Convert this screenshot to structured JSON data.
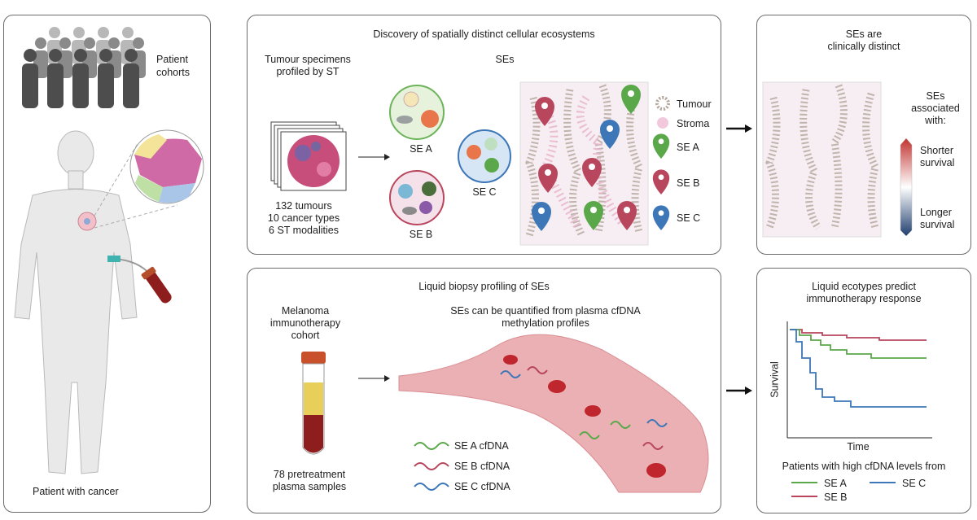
{
  "patient": {
    "cohorts_line1": "Patient",
    "cohorts_line2": "cohorts",
    "caption": "Patient with cancer"
  },
  "discovery": {
    "title": "Discovery of spatially distinct cellular ecosystems",
    "specimens_line1": "Tumour specimens",
    "specimens_line2": "profiled by ST",
    "ses_label": "SEs",
    "stats_line1": "132 tumours",
    "stats_line2": "10 cancer types",
    "stats_line3": "6 ST modalities",
    "se_a": "SE A",
    "se_b": "SE B",
    "se_c": "SE C",
    "legend": {
      "tumour": "Tumour",
      "stroma": "Stroma",
      "se_a": "SE A",
      "se_b": "SE B",
      "se_c": "SE C"
    }
  },
  "clinical": {
    "title_line1": "SEs are",
    "title_line2": "clinically distinct",
    "assoc_line1": "SEs",
    "assoc_line2": "associated",
    "assoc_line3": "with:",
    "shorter_line1": "Shorter",
    "shorter_line2": "survival",
    "longer_line1": "Longer",
    "longer_line2": "survival"
  },
  "liquid": {
    "title": "Liquid biopsy profiling of SEs",
    "cohort_line1": "Melanoma",
    "cohort_line2": "immunotherapy",
    "cohort_line3": "cohort",
    "quant_line1": "SEs can be quantified from plasma cfDNA",
    "quant_line2": "methylation profiles",
    "samples_line1": "78 pretreatment",
    "samples_line2": "plasma samples",
    "cfdna_a": "SE A cfDNA",
    "cfdna_b": "SE B cfDNA",
    "cfdna_c": "SE C cfDNA"
  },
  "ecotypes": {
    "title_line1": "Liquid ecotypes predict",
    "title_line2": "immunotherapy response",
    "ylabel": "Survival",
    "xlabel": "Time",
    "patients_caption": "Patients with high cfDNA levels from",
    "legend_a": "SE A",
    "legend_b": "SE B",
    "legend_c": "SE C"
  },
  "colors": {
    "se_a": "#5aa84a",
    "se_b": "#b8465d",
    "se_c": "#3d77b8",
    "tumour": "#b3a59a",
    "stroma": "#f2c9dc",
    "shorter": "#c0322e",
    "longer": "#1f3e6e"
  }
}
